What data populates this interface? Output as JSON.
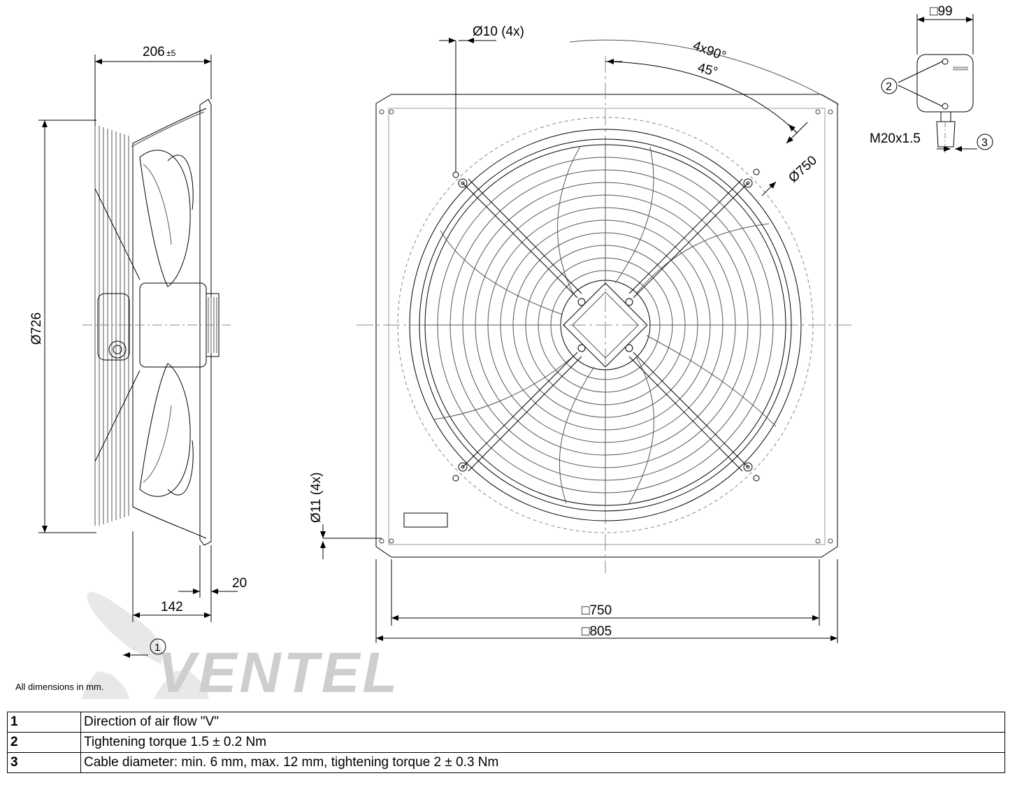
{
  "side_view": {
    "depth_label": "206",
    "depth_tol": "±5",
    "diameter_label": "Ø726",
    "dim_142": "142",
    "dim_20": "20",
    "callout_1": "1"
  },
  "front_view": {
    "hole_label": "Ø10 (4x)",
    "angle_label": "4x90°",
    "angle_45": "45°",
    "ring_diameter": "Ø750",
    "mount_hole_label": "Ø11 (4x)",
    "square_750": "□750",
    "square_805": "□805"
  },
  "terminal_box": {
    "size_label": "□99",
    "callout_2": "2",
    "gland_label": "M20x1.5",
    "callout_3": "3"
  },
  "watermark": {
    "brand": "VENTEL",
    "color_dark": "#c9c9c9",
    "color_accent": "#b9d6ea"
  },
  "units_note": "All dimensions in mm.",
  "legend": [
    {
      "num": "1",
      "text": "Direction of air flow \"V\""
    },
    {
      "num": "2",
      "text": "Tightening torque 1.5 ± 0.2 Nm"
    },
    {
      "num": "3",
      "text": "Cable diameter: min. 6 mm, max. 12 mm, tightening torque 2 ± 0.3 Nm"
    }
  ]
}
